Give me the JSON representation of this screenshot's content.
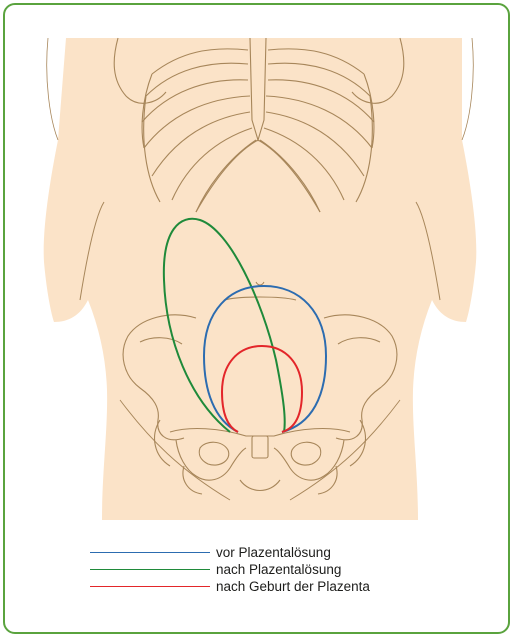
{
  "diagram": {
    "colors": {
      "frame": "#5aa33e",
      "skin": "#fbe3c8",
      "outline": "#a7865a",
      "blue": "#2c6cb0",
      "green": "#1f8a3a",
      "red": "#e3262a"
    }
  },
  "legend": {
    "items": [
      {
        "label": "vor Plazentalösung",
        "color": "#2c6cb0"
      },
      {
        "label": "nach Plazentalösung",
        "color": "#1f8a3a"
      },
      {
        "label": "nach Geburt der Plazenta",
        "color": "#e3262a"
      }
    ]
  }
}
